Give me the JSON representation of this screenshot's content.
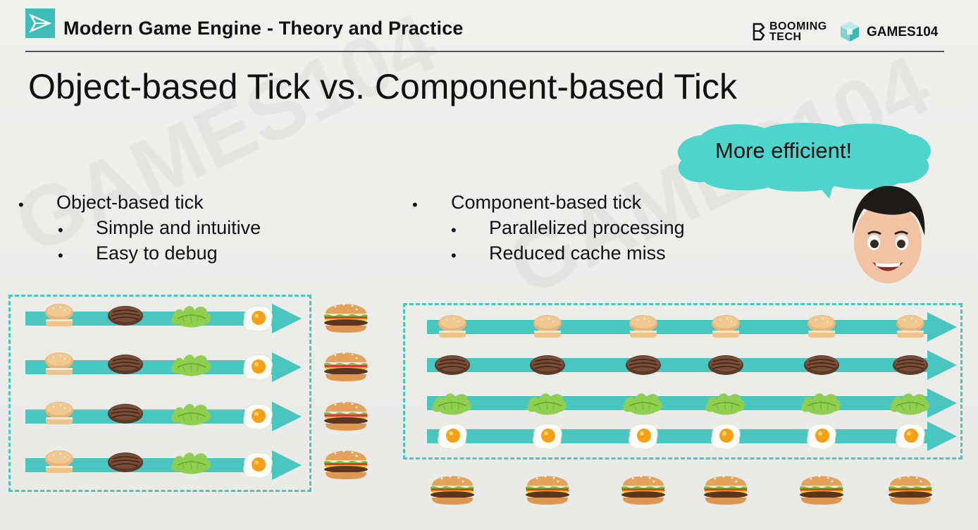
{
  "header": {
    "title": "Modern Game Engine - Theory and Practice",
    "brand_booming_line1": "BOOMING",
    "brand_booming_line2": "TECH",
    "brand_games": "GAMES104"
  },
  "slide": {
    "title": "Object-based Tick vs. Component-based Tick",
    "bubble_text": "More efficient!"
  },
  "left": {
    "heading": "Object-based tick",
    "items": [
      "Simple and intuitive",
      "Easy to debug"
    ]
  },
  "right": {
    "heading": "Component-based tick",
    "items": [
      "Parallelized processing",
      "Reduced cache miss"
    ]
  },
  "colors": {
    "accent": "#49c6bf",
    "bubble": "#4fd3cd"
  },
  "icons": [
    "logo-icon",
    "booming-tech-logo",
    "games104-logo",
    "bun-icon",
    "patty-icon",
    "lettuce-icon",
    "egg-icon",
    "burger-icon",
    "avatar-icon"
  ]
}
